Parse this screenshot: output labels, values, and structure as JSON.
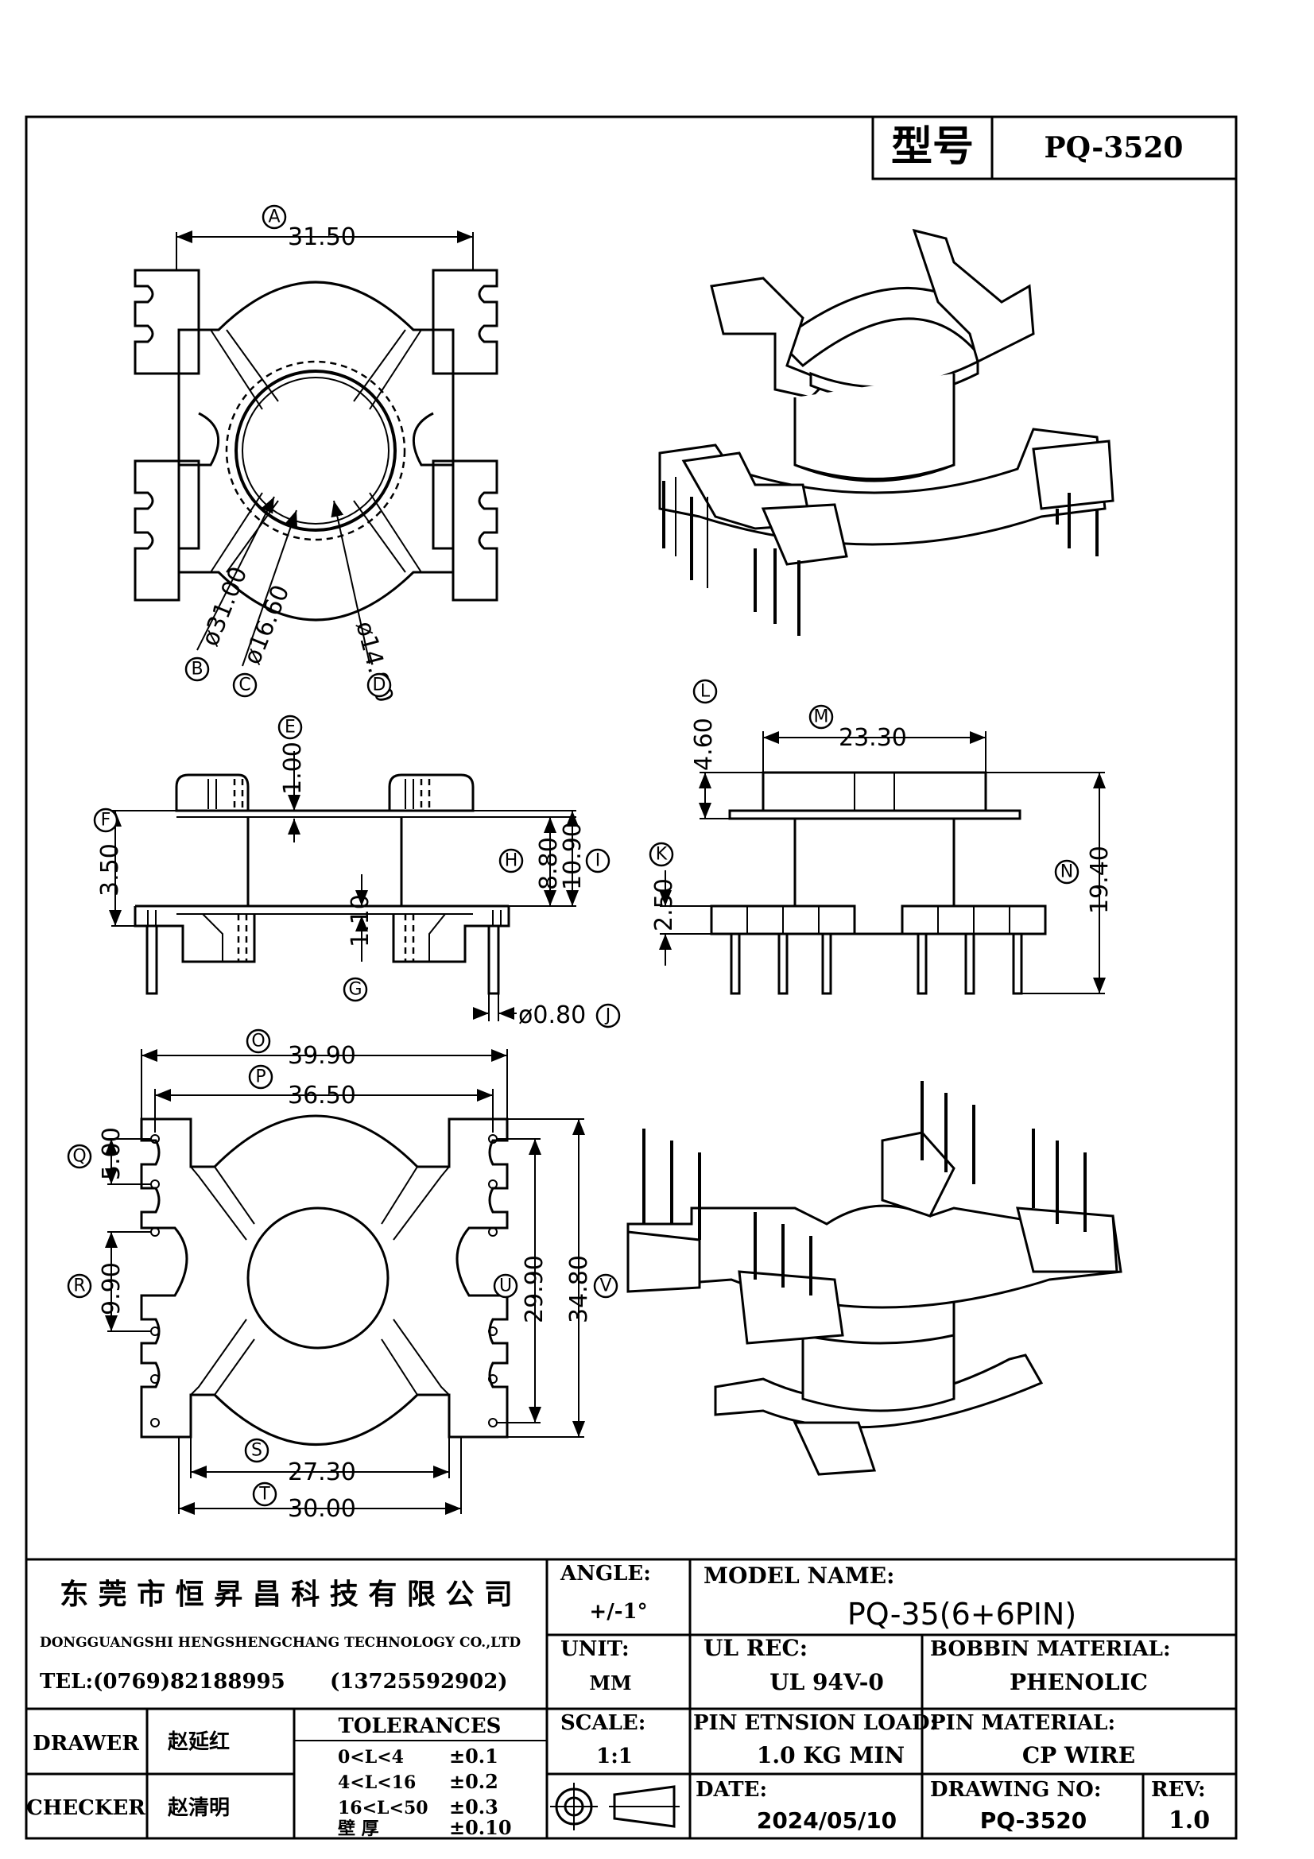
{
  "header": {
    "model_label": "型号",
    "model_value": "PQ-3520"
  },
  "dimensions": {
    "A": "31.50",
    "B": "ø31.00",
    "C": "ø16.60",
    "D": "ø14.90",
    "E": "1.00",
    "F": "3.50",
    "G": "1.10",
    "H": "8.80",
    "I": "10.90",
    "J": "ø0.80",
    "K": "2.50",
    "L": "4.60",
    "M": "23.30",
    "N": "19.40",
    "O": "39.90",
    "P": "36.50",
    "Q": "5.00",
    "R": "9.90",
    "S": "27.30",
    "T": "30.00",
    "U": "29.90",
    "V": "34.80"
  },
  "title_block": {
    "company_cn": "东 莞 市 恒 昇 昌 科 技 有 限 公 司",
    "company_en": "DONGGUANGSHI HENGSHENGCHANG TECHNOLOGY CO.,LTD",
    "tel": "TEL:(0769)82188995",
    "mobile": "(13725592902)",
    "drawer_label": "DRAWER",
    "drawer_name": "赵延红",
    "checker_label": "CHECKER",
    "checker_name": "赵清明",
    "tolerances_label": "TOLERANCES",
    "tolerances": [
      {
        "range": "0<L<4",
        "value": "±0.1"
      },
      {
        "range": "4<L<16",
        "value": "±0.2"
      },
      {
        "range": "16<L<50",
        "value": "±0.3"
      },
      {
        "range": "壁   厚",
        "value": "±0.10"
      }
    ],
    "angle_label": "ANGLE:",
    "angle_value": "+/-1°",
    "unit_label": "UNIT:",
    "unit_value": "MM",
    "scale_label": "SCALE:",
    "scale_value": "1:1",
    "model_name_label": "MODEL NAME:",
    "model_name_value": "PQ-35(6+6PIN)",
    "ul_label": "UL REC:",
    "ul_value": "UL 94V-0",
    "bobbin_label": "BOBBIN MATERIAL:",
    "bobbin_value": "PHENOLIC",
    "pin_load_label": "PIN ETNSION LOAD:",
    "pin_load_value": "1.0 KG MIN",
    "pin_material_label": "PIN MATERIAL:",
    "pin_material_value": "CP WIRE",
    "date_label": "DATE:",
    "date_value": "2024/05/10",
    "drawing_no_label": "DRAWING NO:",
    "drawing_no_value": "PQ-3520",
    "rev_label": "REV:",
    "rev_value": "1.0"
  }
}
